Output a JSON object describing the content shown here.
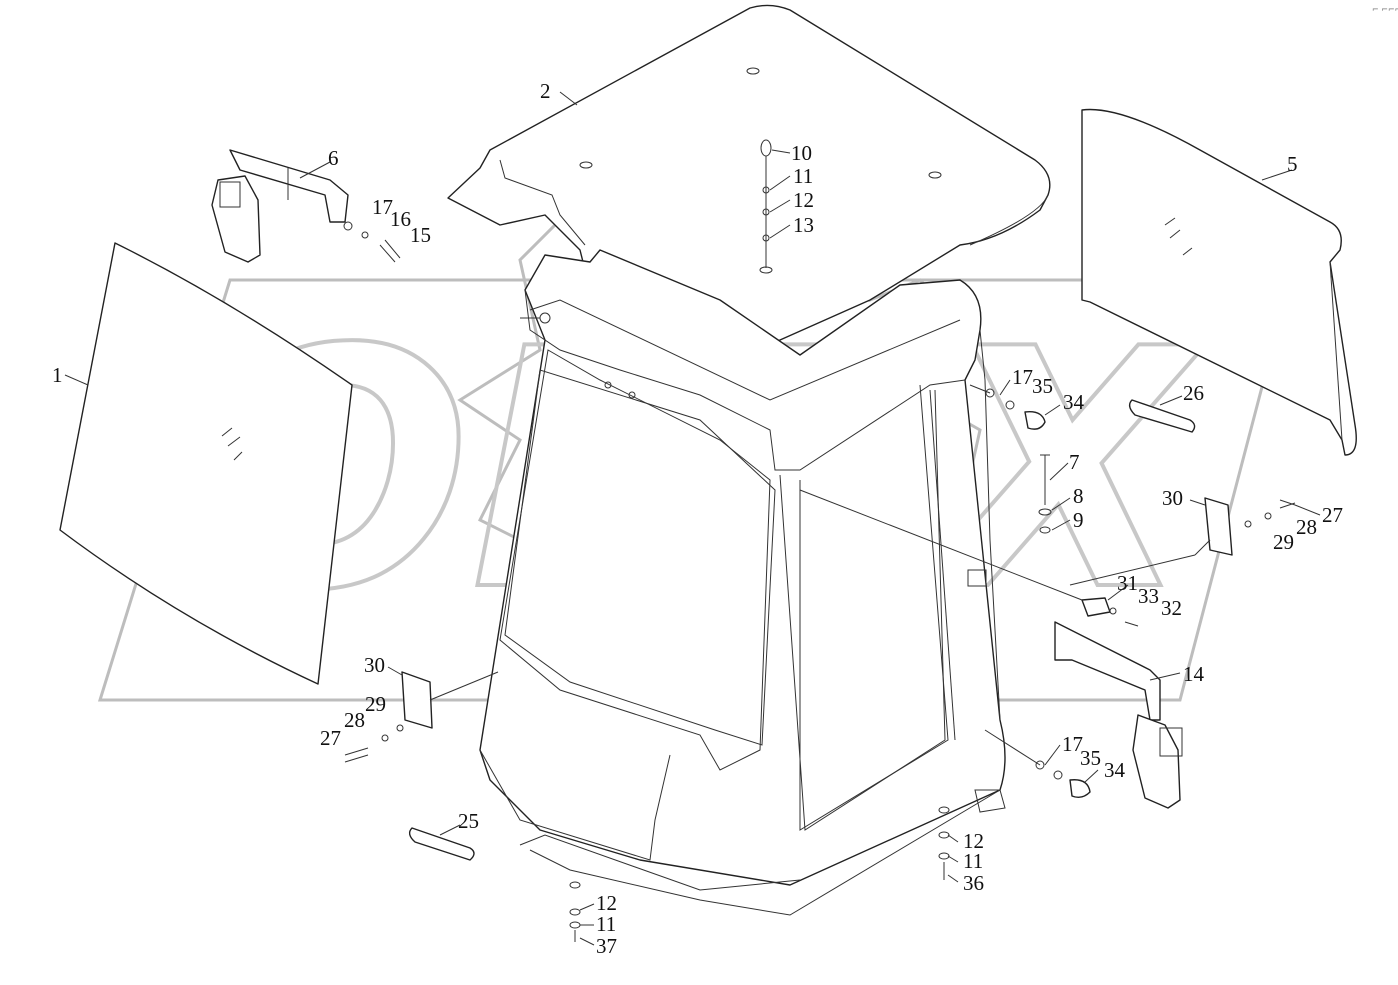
{
  "corner_mark": "⌐ ⌐⌐⌐",
  "watermark": {
    "text": "OPEX"
  },
  "labels": {
    "l1": "1",
    "l2": "2",
    "l5": "5",
    "l6": "6",
    "l7": "7",
    "l8": "8",
    "l9": "9",
    "l10": "10",
    "l11_top": "11",
    "l12_top": "12",
    "l13": "13",
    "l14": "14",
    "l15": "15",
    "l16": "16",
    "l17_left": "17",
    "l17_mid": "17",
    "l35_mid": "35",
    "l34_mid": "34",
    "l26": "26",
    "l30_right": "30",
    "l27_right": "27",
    "l28_right": "28",
    "l29_right": "29",
    "l31": "31",
    "l33": "33",
    "l32": "32",
    "l30_left": "30",
    "l29_left": "29",
    "l28_left": "28",
    "l27_left": "27",
    "l17_low": "17",
    "l35_low": "35",
    "l34_low": "34",
    "l12_rb": "12",
    "l11_rb": "11",
    "l36": "36",
    "l25": "25",
    "l12_bl": "12",
    "l11_bl": "11",
    "l37": "37"
  }
}
